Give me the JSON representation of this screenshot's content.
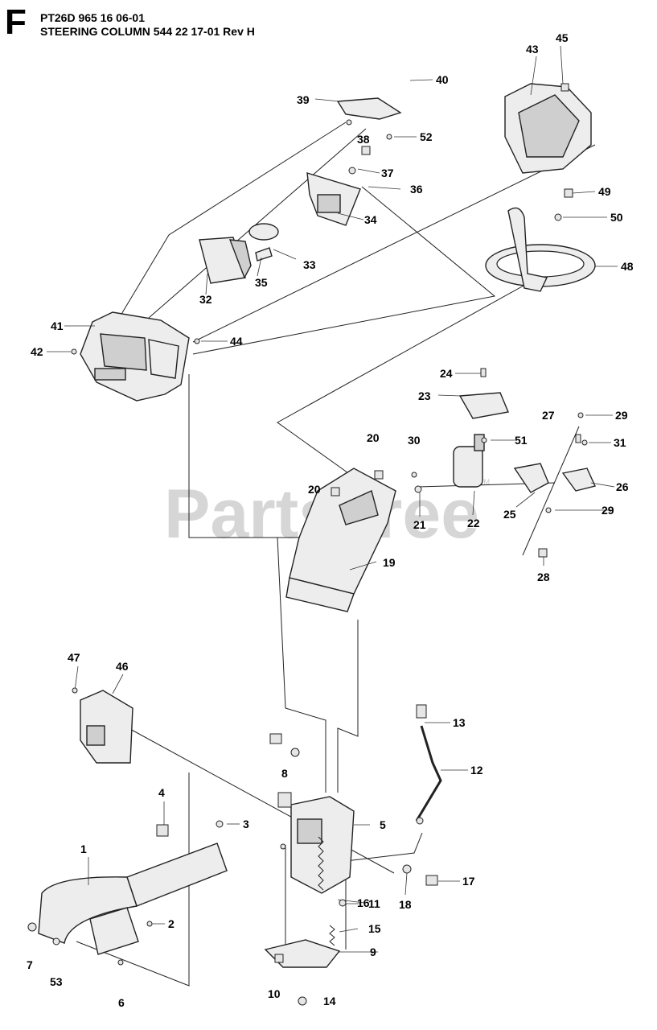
{
  "header": {
    "section_letter": "F",
    "line1": "PT26D 965 16 06-01",
    "line2": "STEERING COLUMN 544 22 17-01 Rev H"
  },
  "watermark": {
    "text": "PartsTree",
    "tm": "TM"
  },
  "callouts": {
    "c1": "1",
    "c2": "2",
    "c3": "3",
    "c4": "4",
    "c5": "5",
    "c6": "6",
    "c7": "7",
    "c8": "8",
    "c9": "9",
    "c10": "10",
    "c11": "11",
    "c12": "12",
    "c13": "13",
    "c14": "14",
    "c15": "15",
    "c16": "16",
    "c17": "17",
    "c18": "18",
    "c19": "19",
    "c20a": "20",
    "c20b": "20",
    "c21": "21",
    "c22": "22",
    "c23": "23",
    "c24": "24",
    "c25": "25",
    "c26": "26",
    "c27": "27",
    "c28": "28",
    "c29a": "29",
    "c29b": "29",
    "c30": "30",
    "c31": "31",
    "c32": "32",
    "c33": "33",
    "c34": "34",
    "c35": "35",
    "c36": "36",
    "c37": "37",
    "c38": "38",
    "c39": "39",
    "c40": "40",
    "c41": "41",
    "c42": "42",
    "c43": "43",
    "c44": "44",
    "c45": "45",
    "c46": "46",
    "c47": "47",
    "c48": "48",
    "c49": "49",
    "c50": "50",
    "c51": "51",
    "c52": "52",
    "c53": "53"
  }
}
